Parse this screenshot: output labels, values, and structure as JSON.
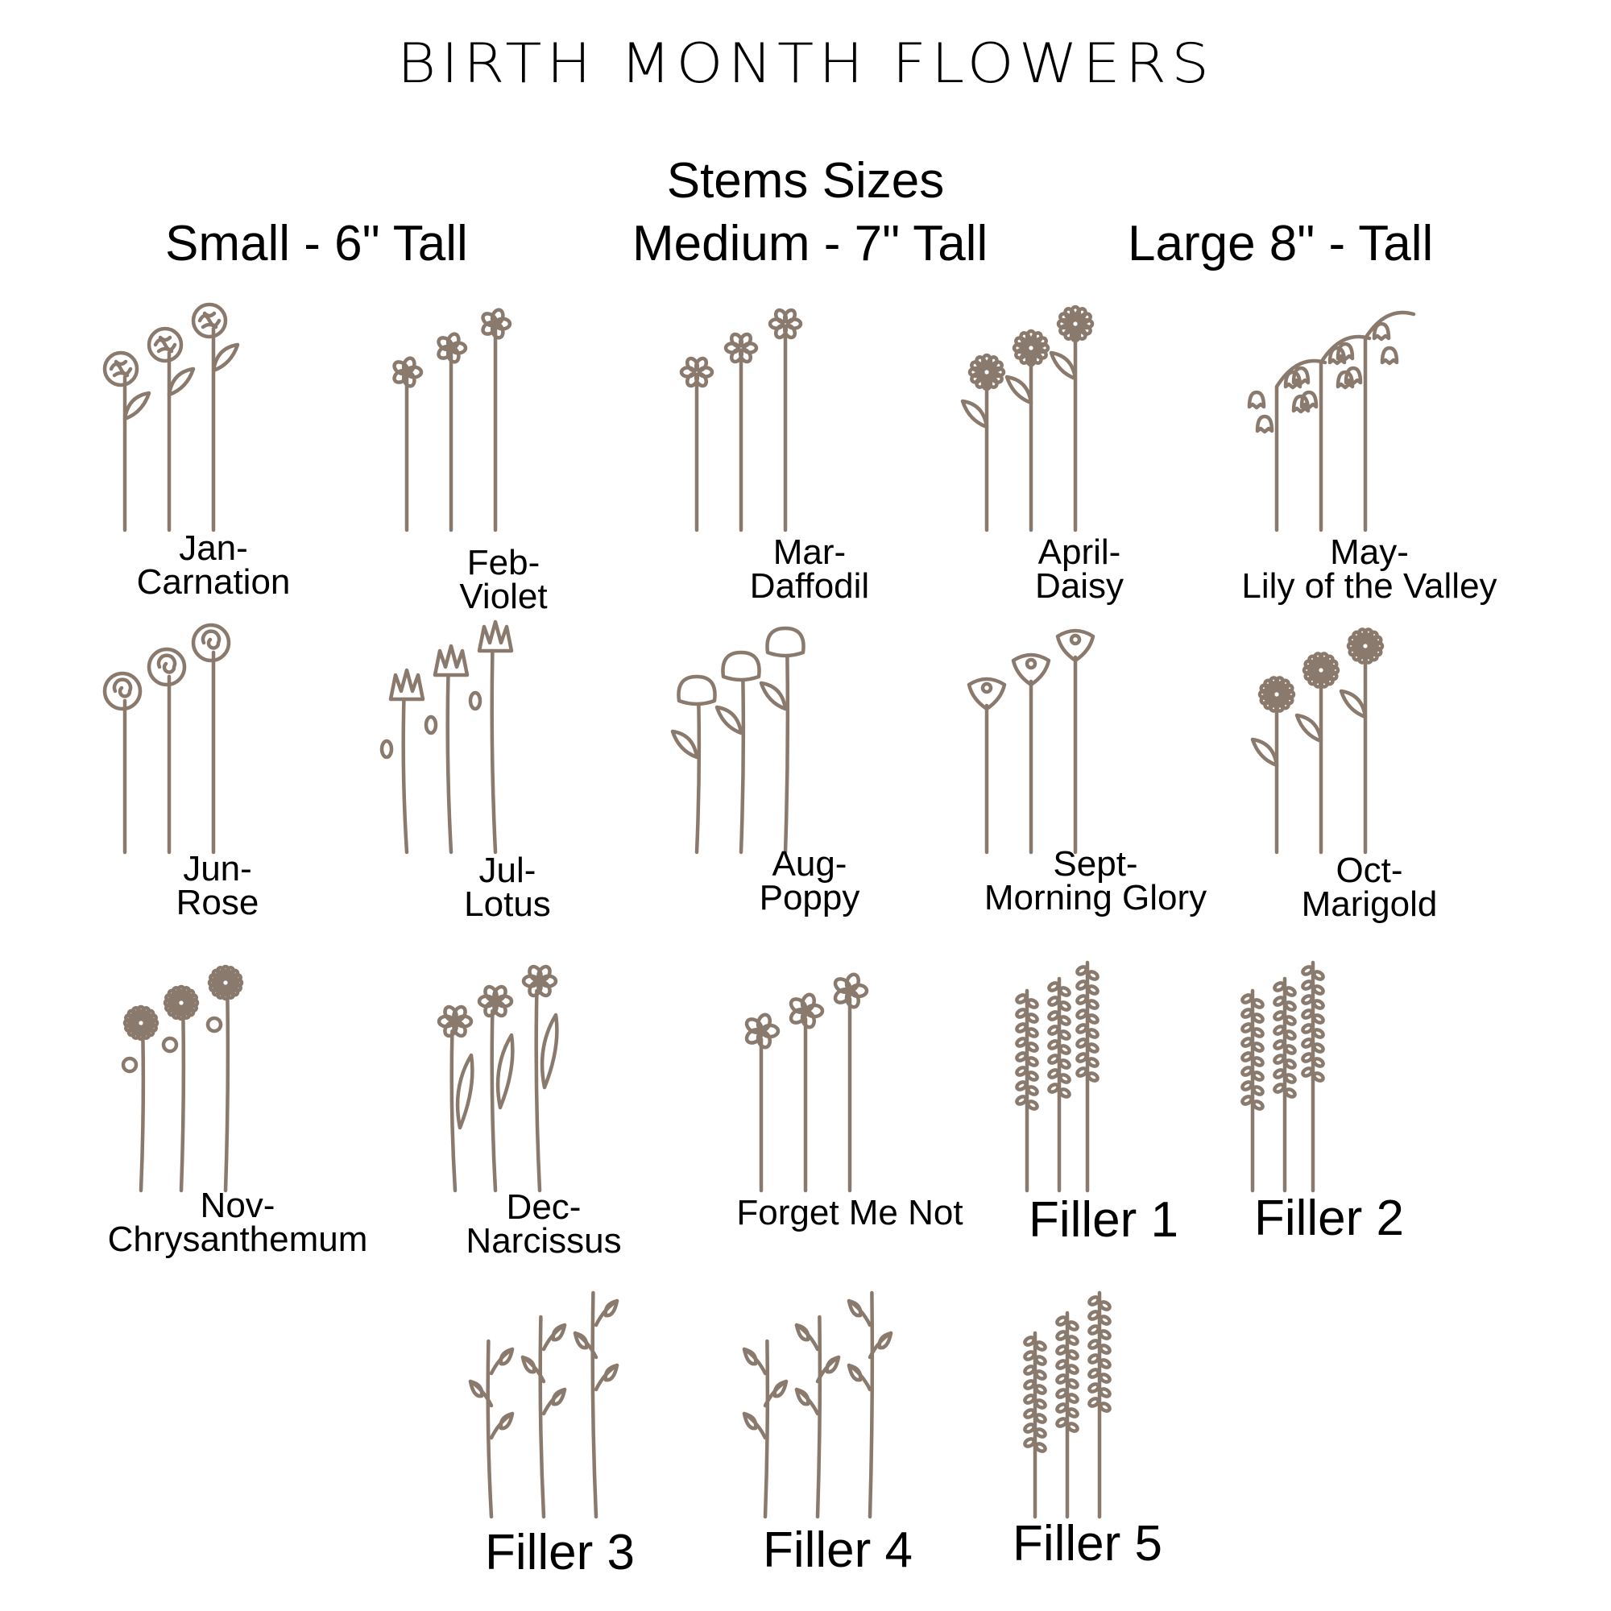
{
  "title": "BIRTH MONTH FLOWERS",
  "stems_heading": "Stems Sizes",
  "sizes": {
    "small": "Small - 6\" Tall",
    "medium": "Medium - 7\" Tall",
    "large": "Large 8\" - Tall"
  },
  "months": [
    {
      "month": "Jan-",
      "flower": "Carnation"
    },
    {
      "month": "Feb-",
      "flower": "Violet"
    },
    {
      "month": "Mar-",
      "flower": "Daffodil"
    },
    {
      "month": "April-",
      "flower": "Daisy"
    },
    {
      "month": "May-",
      "flower": "Lily of the Valley"
    },
    {
      "month": "Jun-",
      "flower": "Rose"
    },
    {
      "month": "Jul-",
      "flower": "Lotus"
    },
    {
      "month": "Aug-",
      "flower": "Poppy"
    },
    {
      "month": "Sept-",
      "flower": "Morning Glory"
    },
    {
      "month": "Oct-",
      "flower": "Marigold"
    },
    {
      "month": "Nov-",
      "flower": "Chrysanthemum"
    },
    {
      "month": "Dec-",
      "flower": "Narcissus"
    }
  ],
  "extras": [
    "Forget Me Not",
    "Filler 1",
    "Filler 2",
    "Filler 3",
    "Filler 4",
    "Filler 5"
  ],
  "colors": {
    "line_art": "#8a7a6d",
    "text": "#000000",
    "background": "#ffffff"
  }
}
